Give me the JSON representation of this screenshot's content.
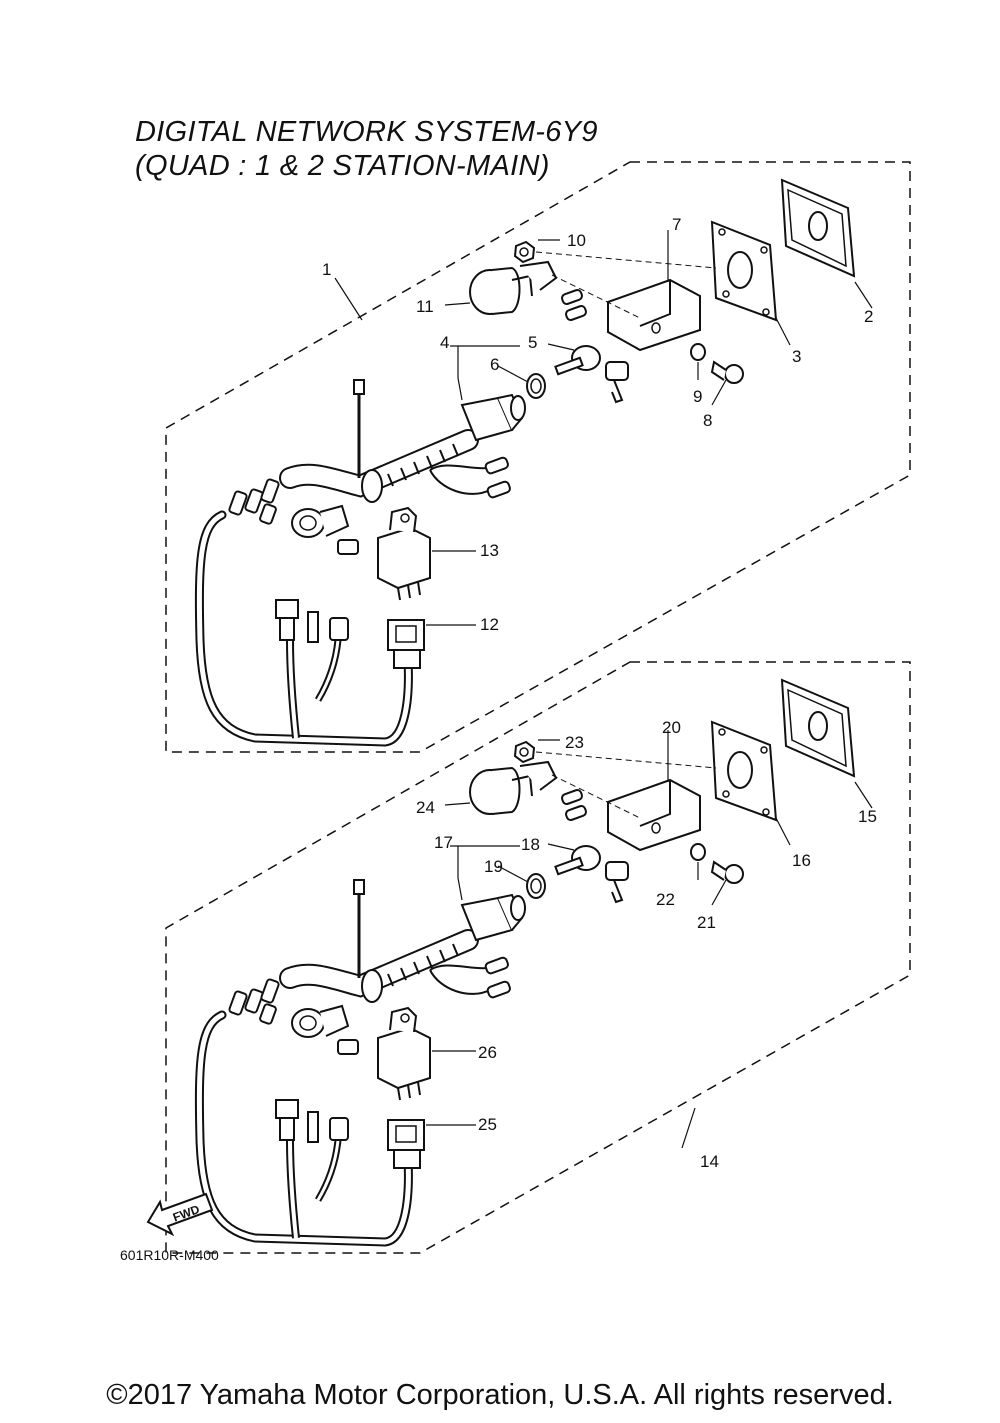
{
  "title": {
    "line1": "DIGITAL NETWORK SYSTEM-6Y9",
    "line2": "(QUAD : 1 & 2 STATION-MAIN)"
  },
  "callouts": {
    "c1": "1",
    "c2": "2",
    "c3": "3",
    "c4": "4",
    "c5": "5",
    "c6": "6",
    "c7": "7",
    "c8": "8",
    "c9": "9",
    "c10": "10",
    "c11": "11",
    "c12": "12",
    "c13": "13",
    "c14": "14",
    "c15": "15",
    "c16": "16",
    "c17": "17",
    "c18": "18",
    "c19": "19",
    "c20": "20",
    "c21": "21",
    "c22": "22",
    "c23": "23",
    "c24": "24",
    "c25": "25",
    "c26": "26"
  },
  "fwd_label": "FWD",
  "diagram_code": "601R10R-M400",
  "copyright": "©2017 Yamaha Motor Corporation, U.S.A. All rights reserved.",
  "icons": {
    "forward_arrow": "fwd-arrow-icon"
  },
  "colors": {
    "line": "#111111",
    "background": "#ffffff"
  }
}
